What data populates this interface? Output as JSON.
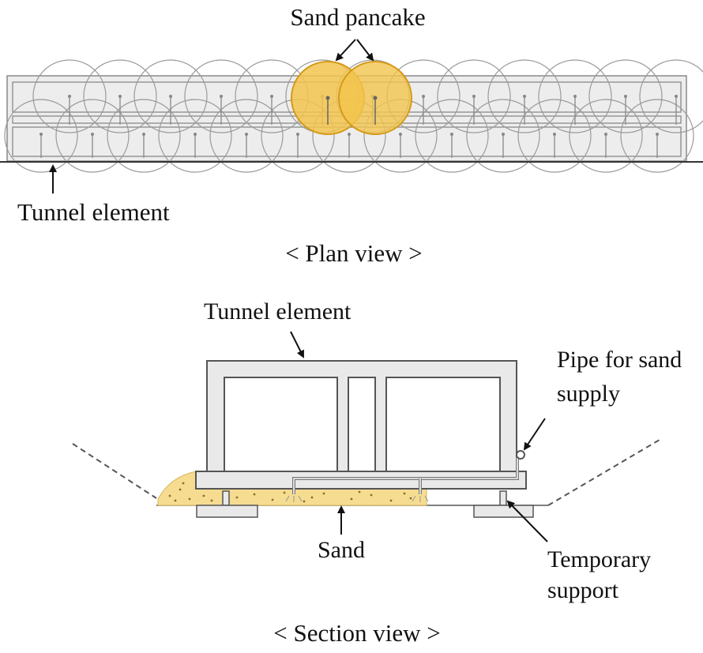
{
  "plan_view": {
    "sand_pancake_label": "Sand pancake",
    "tunnel_element_label": "Tunnel element",
    "caption": "< Plan view >"
  },
  "section_view": {
    "tunnel_element_label": "Tunnel element",
    "pipe_label_line1": "Pipe for sand",
    "pipe_label_line2": "supply",
    "sand_label": "Sand",
    "temporary_support_line1": "Temporary",
    "temporary_support_line2": "support",
    "caption": "< Section view >"
  },
  "colors": {
    "pancake_fill": "#f2c44e",
    "pancake_stroke": "#d49a1a",
    "sand_fill": "#f5dc90",
    "element_fill": "#e9e9e9",
    "line": "#555555"
  }
}
